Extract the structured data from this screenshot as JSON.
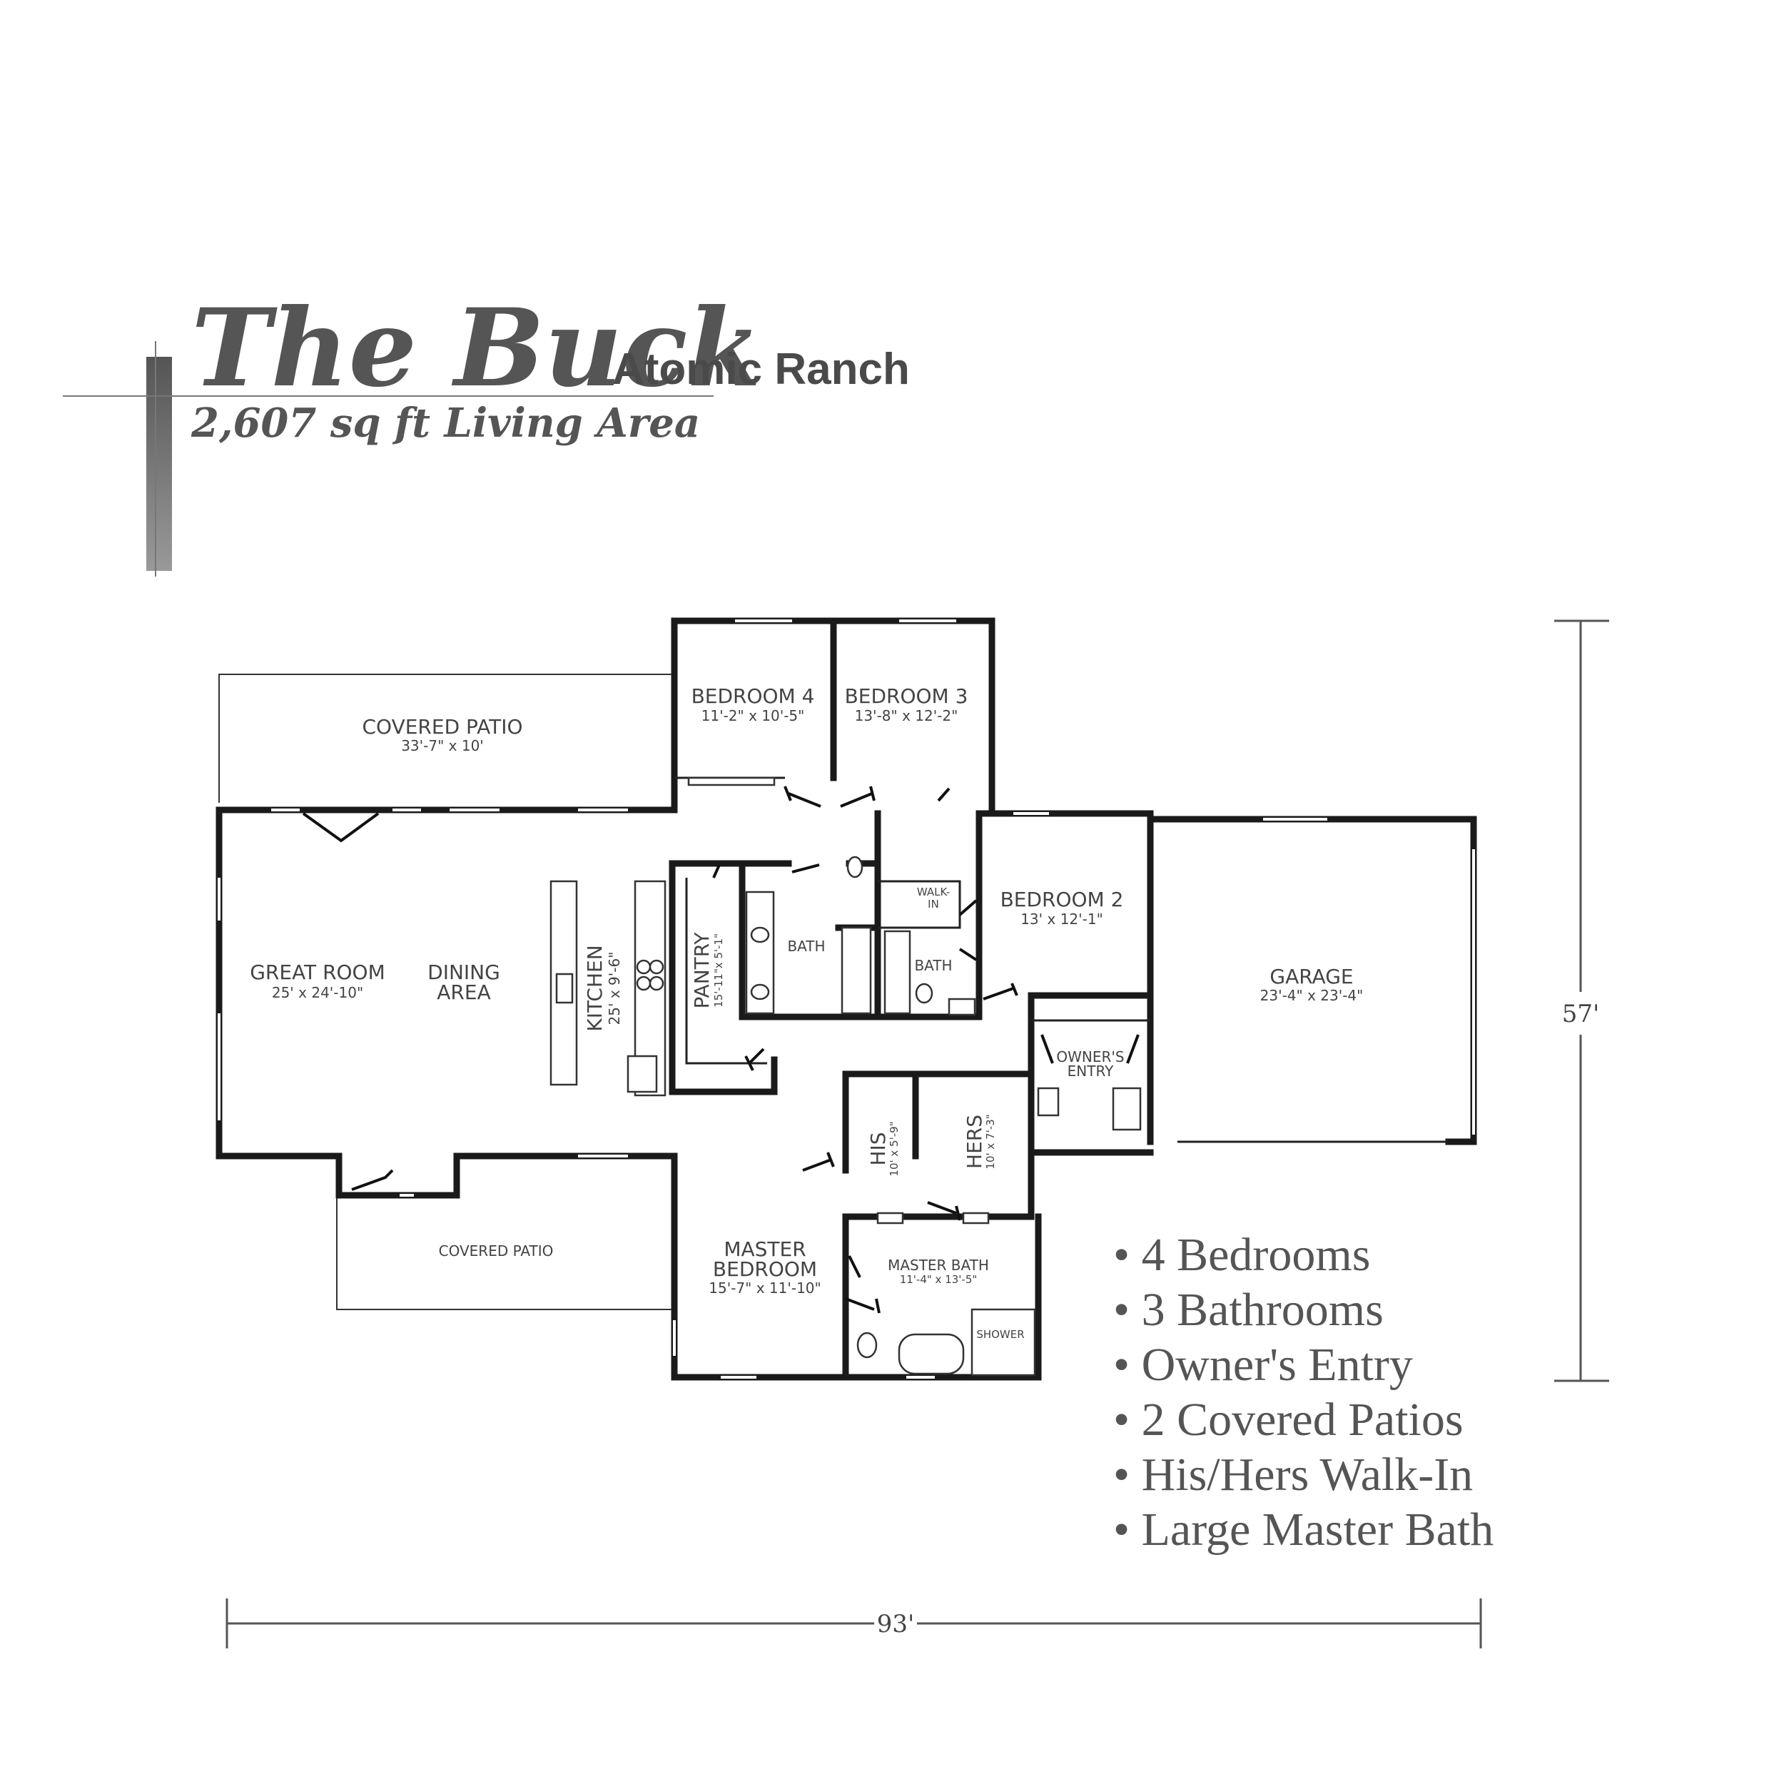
{
  "title": {
    "name": "The Buck",
    "style": "Atomic Ranch",
    "area": "2,607 sq ft Living Area"
  },
  "rooms": {
    "covered_patio_top": {
      "label": "COVERED PATIO",
      "size": "33'-7\" x 10'"
    },
    "bedroom4": {
      "label": "BEDROOM 4",
      "size": "11'-2\" x 10'-5\""
    },
    "bedroom3": {
      "label": "BEDROOM 3",
      "size": "13'-8\" x 12'-2\""
    },
    "great_room": {
      "label": "GREAT ROOM",
      "size": "25' x 24'-10\""
    },
    "dining": {
      "line1": "DINING",
      "line2": "AREA"
    },
    "kitchen": {
      "label": "KITCHEN",
      "size": "25' x 9'-6\""
    },
    "pantry": {
      "label": "PANTRY",
      "size": "15'-11\"x 5'-1\""
    },
    "bath_a": {
      "label": "BATH"
    },
    "bath_b": {
      "label": "BATH"
    },
    "walk_in": {
      "line1": "WALK-",
      "line2": "IN"
    },
    "bedroom2": {
      "label": "BEDROOM 2",
      "size": "13' x 12'-1\""
    },
    "garage": {
      "label": "GARAGE",
      "size": "23'-4\" x 23'-4\""
    },
    "owners_entry": {
      "line1": "OWNER'S",
      "line2": "ENTRY"
    },
    "his": {
      "label": "HIS",
      "size": "10' x 5'-9\""
    },
    "hers": {
      "label": "HERS",
      "size": "10' x 7'-3\""
    },
    "covered_patio_bottom": {
      "label": "COVERED PATIO"
    },
    "master_bedroom": {
      "line1": "MASTER",
      "line2": "BEDROOM",
      "size": "15'-7\" x 11'-10\""
    },
    "master_bath": {
      "label": "MASTER BATH",
      "size": "11'-4\" x 13'-5\""
    },
    "shower": {
      "label": "SHOWER"
    }
  },
  "dimensions": {
    "width": "93'",
    "depth": "57'"
  },
  "features": [
    "4 Bedrooms",
    "3 Bathrooms",
    "Owner's Entry",
    "2 Covered Patios",
    "His/Hers Walk-In",
    "Large Master Bath"
  ],
  "colors": {
    "ink": "#1a1a1a",
    "title": "#555555",
    "accent_bar": "#808080"
  }
}
